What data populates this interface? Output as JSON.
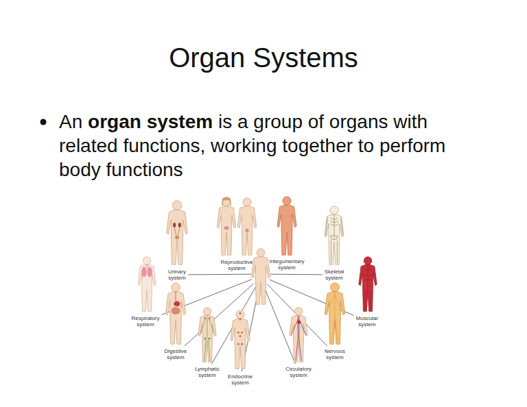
{
  "diagram": {
    "title": "Organ Systems",
    "labels": [
      "An",
      "organ system",
      "is a group of organs with related functions, working together to perform body functions",
      "Reproductive system",
      "Integumentary system",
      "Urinary system",
      "Skeletal system",
      "Respiratory system",
      "Muscular system",
      "Digestive system",
      "Nervous system",
      "Lymphatic system",
      "Endocrine system",
      "Circulatory system"
    ]
  }
}
